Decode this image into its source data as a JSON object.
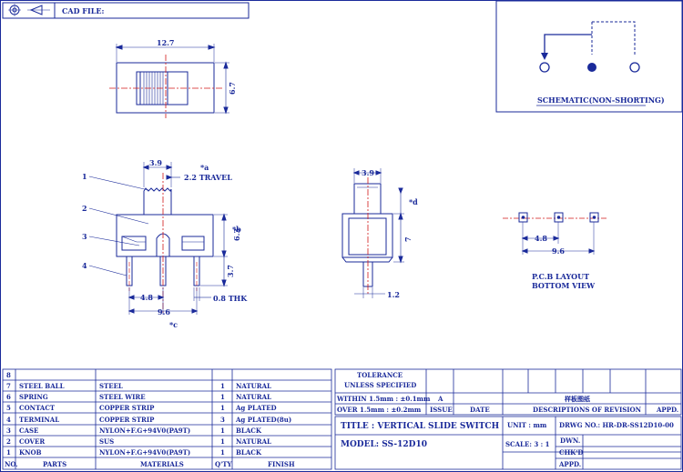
{
  "header": {
    "cad_file_label": "CAD FILE:"
  },
  "schematic": {
    "label": "SCHEMATIC(NON-SHORTING)"
  },
  "top_view": {
    "width_dim": "12.7",
    "height_dim": "6.7"
  },
  "front_view": {
    "dim_knob": "3.9",
    "dim_travel": "2.2 TRAVEL",
    "note_a": "*a",
    "dim_height": "6.3",
    "note_b": "*b",
    "dim_pin_len": "3.7",
    "dim_pitch": "4.8",
    "dim_thk": "0.8 THK",
    "dim_overall": "9.6",
    "note_c": "*c",
    "callouts": [
      "1",
      "2",
      "3",
      "4"
    ]
  },
  "side_view": {
    "dim_knob": "3.9",
    "note_d": "*d",
    "dim_height": "7",
    "dim_pin": "1.2"
  },
  "pcb": {
    "dim_pitch": "4.8",
    "dim_overall": "9.6",
    "label_1": "P.C.B LAYOUT",
    "label_2": "BOTTOM VIEW"
  },
  "bom": {
    "rows": [
      {
        "no": "8",
        "part": "",
        "material": "",
        "qty": "",
        "finish": ""
      },
      {
        "no": "7",
        "part": "STEEL BALL",
        "material": "STEEL",
        "qty": "1",
        "finish": "NATURAL"
      },
      {
        "no": "6",
        "part": "SPRING",
        "material": "STEEL WIRE",
        "qty": "1",
        "finish": "NATURAL"
      },
      {
        "no": "5",
        "part": "CONTACT",
        "material": "COPPER STRIP",
        "qty": "1",
        "finish": "Ag PLATED"
      },
      {
        "no": "4",
        "part": "TERMINAL",
        "material": "COPPER STRIP",
        "qty": "3",
        "finish": "Ag PLATED(8u)"
      },
      {
        "no": "3",
        "part": "CASE",
        "material": "NYLON+F.G+94V0(PA9T)",
        "qty": "1",
        "finish": "BLACK"
      },
      {
        "no": "2",
        "part": "COVER",
        "material": "SUS",
        "qty": "1",
        "finish": "NATURAL"
      },
      {
        "no": "1",
        "part": "KNOB",
        "material": "NYLON+F.G+94V0(PA9T)",
        "qty": "1",
        "finish": "BLACK"
      }
    ],
    "headers": {
      "no": "NO.",
      "parts": "PARTS",
      "materials": "MATERIALS",
      "qty": "Q'TY",
      "finish": "FINISH"
    }
  },
  "tolerance": {
    "title": "TOLERANCE",
    "subtitle": "UNLESS   SPECIFIED",
    "within": "WITHIN 1.5mm : ±0.1mm",
    "over": "OVER 1.5mm : ±0.2mm",
    "issue_value": "A",
    "issue_label": "ISSUE",
    "date_label": "DATE"
  },
  "revision": {
    "header": "样板图纸",
    "desc_label": "DESCRIPTIONS OF REVISION",
    "appd_label": "APPD."
  },
  "title_block": {
    "title": "TITLE :  VERTICAL SLIDE SWITCH",
    "model": "MODEL:   SS-12D10",
    "unit": "UNIT :   mm",
    "scale": "SCALE:   3 : 1",
    "dwg_no": "DRWG NO.: HR-DR-SS12D10-00",
    "dwn": "DWN.",
    "chkd": "CHK'D",
    "appd": "APPD."
  }
}
